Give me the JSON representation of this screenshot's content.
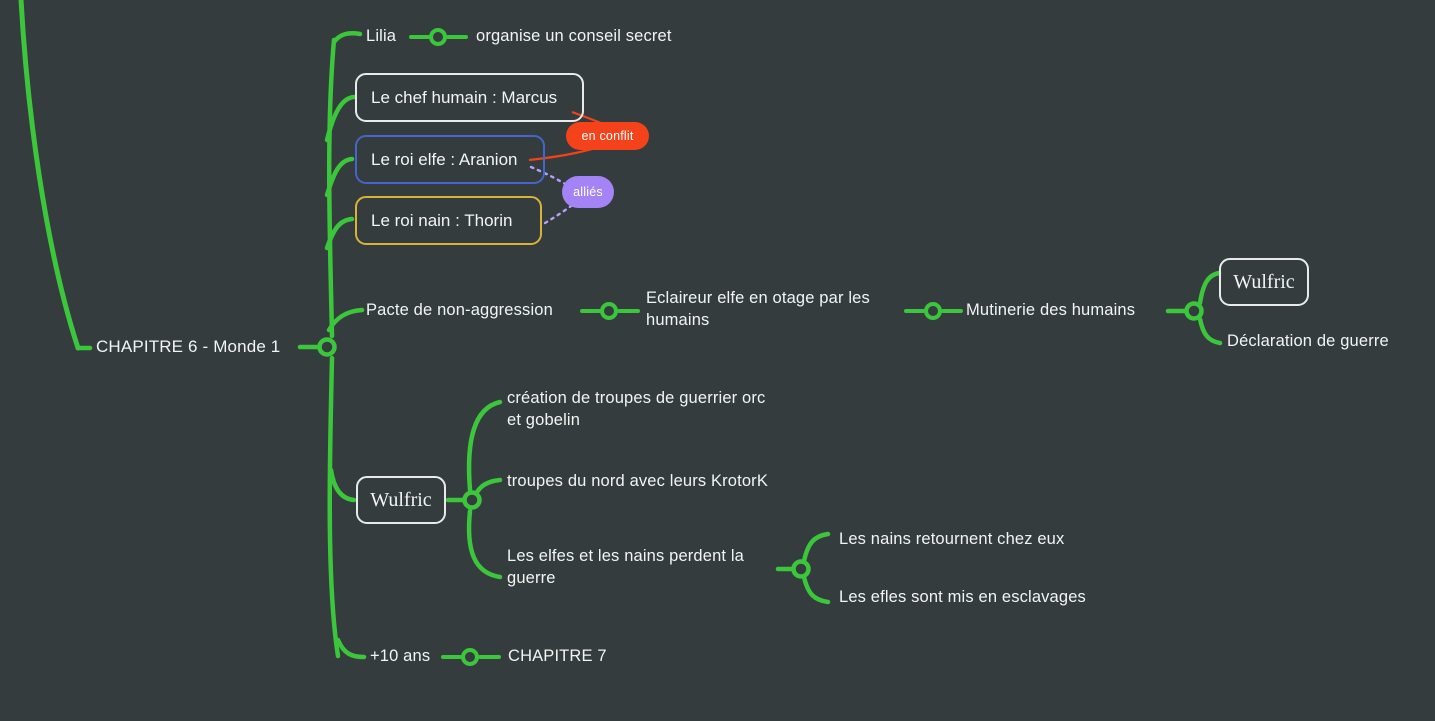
{
  "meta": {
    "background_color": "#343c3e",
    "branch_color": "#3bc63b",
    "text_color": "#f2f4f3"
  },
  "root": {
    "label": "CHAPITRE 6 - Monde 1"
  },
  "branches": [
    {
      "id": "lilia",
      "label": "Lilia",
      "connector": "relation-dot",
      "child": {
        "label": "organise un conseil secret"
      }
    },
    {
      "id": "marcus",
      "label": "Le chef humain : Marcus",
      "style": "boxed-white"
    },
    {
      "id": "aranion",
      "label": "Le roi elfe : Aranion",
      "style": "boxed-blue",
      "border_color": "#4466c8"
    },
    {
      "id": "thorin",
      "label": "Le roi nain :  Thorin",
      "style": "boxed-yellow",
      "border_color": "#d8b23a"
    },
    {
      "id": "pacte",
      "label": "Pacte de non-aggression",
      "connector": "relation-dot",
      "child": {
        "label": "Eclaireur elfe en otage par les\nhumains",
        "connector": "relation-dot",
        "child": {
          "label": "Mutinerie des humains",
          "connector": "hub",
          "children": [
            {
              "label": "Wulfric",
              "style": "boxed-white-serif"
            },
            {
              "label": "Déclaration de guerre"
            }
          ]
        }
      }
    },
    {
      "id": "wulfric",
      "label": "Wulfric",
      "style": "boxed-white-serif",
      "connector": "hub",
      "children": [
        {
          "label": "création de troupes de guerrier orc\net gobelin"
        },
        {
          "label": "troupes du nord avec leurs KrotorK"
        },
        {
          "label": "Les elfes et les nains perdent la\nguerre",
          "connector": "hub",
          "children": [
            {
              "label": "Les nains retournent chez eux"
            },
            {
              "label": "Les efles sont mis en esclavages"
            }
          ]
        }
      ]
    },
    {
      "id": "plus10ans",
      "label": "+10 ans",
      "connector": "relation-dot",
      "child": {
        "label": "CHAPITRE 7"
      }
    }
  ],
  "relations": [
    {
      "id": "en-conflit",
      "label": "en conflit",
      "color": "#f4421a",
      "from": "marcus",
      "to": "aranion",
      "line_style": "solid"
    },
    {
      "id": "allies",
      "label": "alliés",
      "color": "#a383f5",
      "from": "aranion",
      "to": "thorin",
      "line_style": "dotted"
    }
  ]
}
